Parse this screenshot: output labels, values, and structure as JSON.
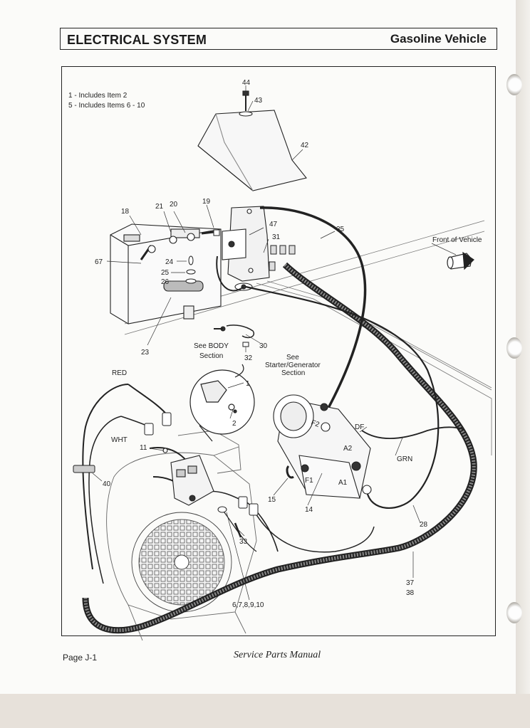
{
  "header": {
    "section_title": "ELECTRICAL SYSTEM",
    "vehicle_type": "Gasoline Vehicle"
  },
  "notes": [
    "1 - Includes Item 2",
    "5 - Includes Items 6 - 10"
  ],
  "front_label": "Front of Vehicle",
  "callouts": {
    "c44": "44",
    "c43": "43",
    "c42": "42",
    "c19": "19",
    "c21": "21",
    "c20": "20",
    "c18": "18",
    "c47": "47",
    "c31": "31",
    "c35": "35",
    "c67": "67",
    "c24": "24",
    "c25": "25",
    "c26": "26",
    "c23": "23",
    "c32": "32",
    "c30": "30",
    "c1": "1",
    "c2": "2",
    "c11": "11",
    "c40": "40",
    "c15": "15",
    "c14": "14",
    "c33": "33",
    "c28": "28",
    "c37": "37",
    "c38": "38",
    "c6_10": "6,7,8,9,10"
  },
  "wire_labels": {
    "red": "RED",
    "wht": "WHT",
    "grn": "GRN",
    "df": "DF",
    "a2": "A2",
    "a1": "A1",
    "f1": "F1",
    "f2": "F2"
  },
  "references": {
    "body_line1": "See BODY",
    "body_line2": "Section",
    "starter_line1": "See",
    "starter_line2": "Starter/Generator",
    "starter_line3": "Section"
  },
  "footer": {
    "page_label": "Page J-1",
    "manual_title": "Service Parts Manual"
  }
}
